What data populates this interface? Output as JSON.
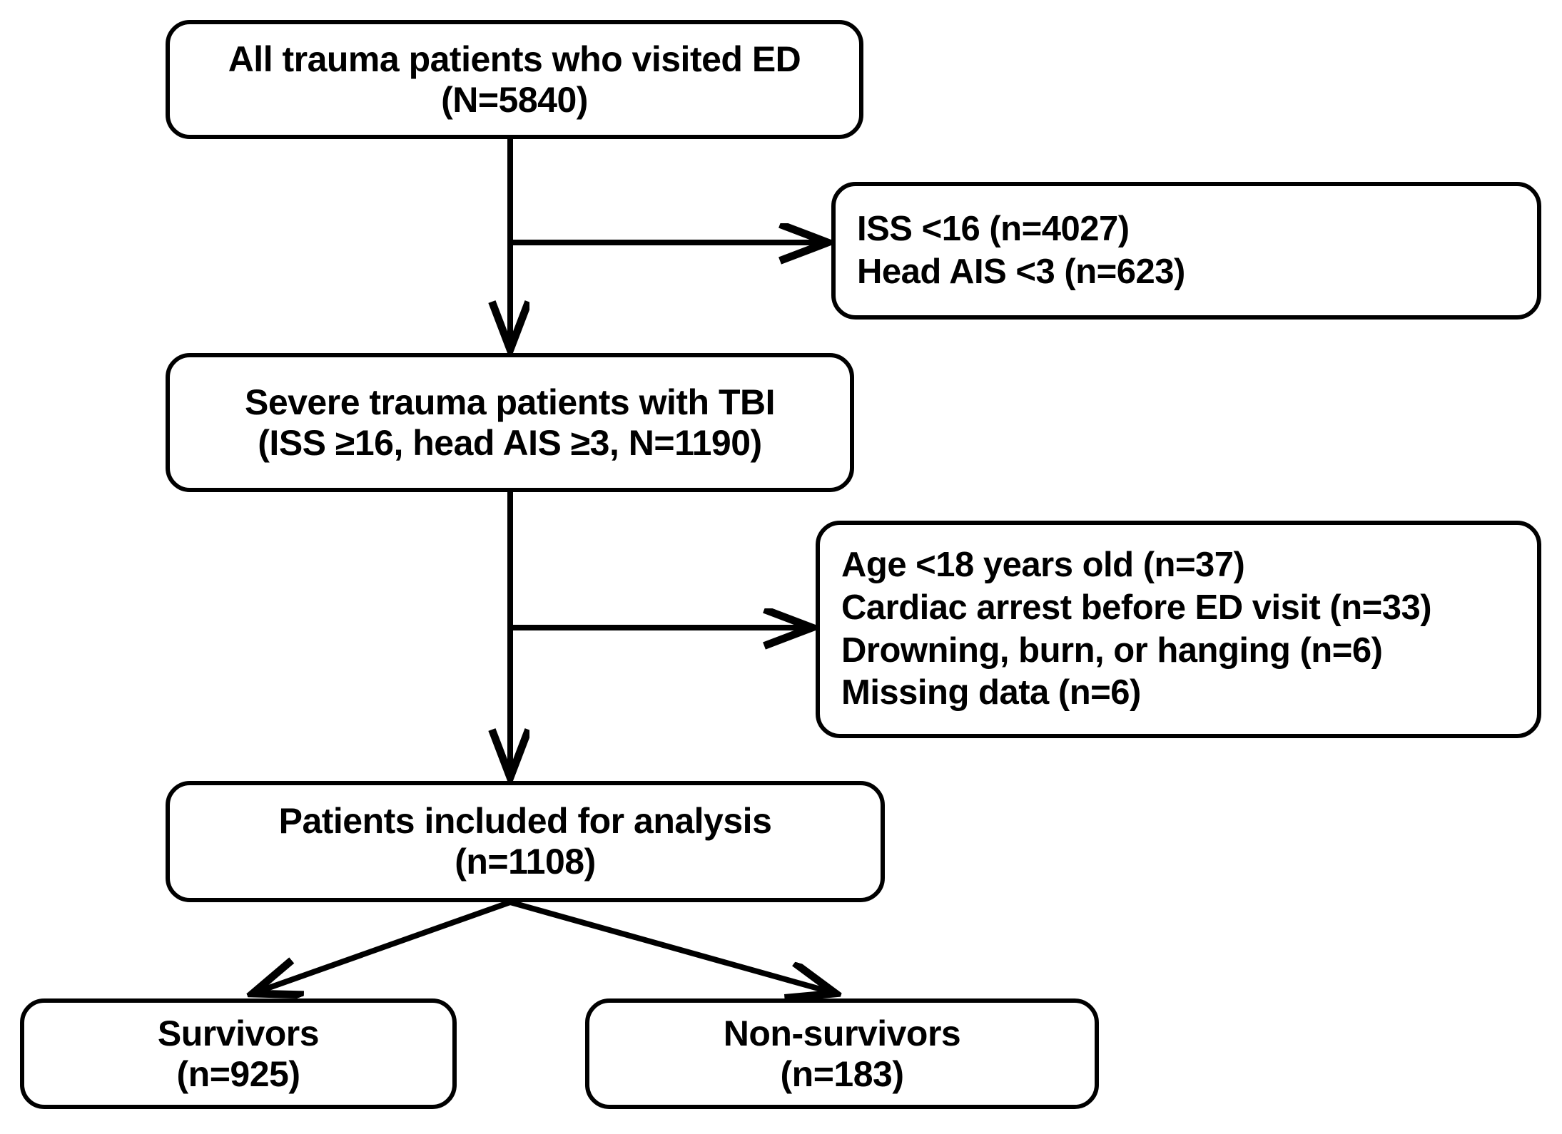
{
  "diagram": {
    "type": "flowchart",
    "title": "Study patient selection flow diagram",
    "stroke_color": "#000000",
    "background_color": "#ffffff",
    "text_color": "#000000"
  },
  "nodes": {
    "all_trauma": {
      "name": "All trauma patients who visited ED",
      "lines": [
        "All trauma patients who visited ED",
        "(N=5840)"
      ],
      "count_label": "N=5840",
      "count": 5840
    },
    "exclusion_one": {
      "name": "First exclusion criteria",
      "lines": [
        "ISS <16 (n=4027)",
        "Head AIS <3 (n=623)"
      ],
      "items": [
        {
          "criterion": "ISS <16",
          "count_label": "n=4027",
          "count": 4027
        },
        {
          "criterion": "Head AIS <3",
          "count_label": "n=623",
          "count": 623
        }
      ]
    },
    "severe_tbi": {
      "name": "Severe trauma patients with TBI",
      "lines": [
        "Severe trauma patients with TBI",
        "(ISS ≥16, head AIS ≥3, N=1190)"
      ],
      "count_label": "N=1190",
      "count": 1190
    },
    "exclusion_two": {
      "name": "Second exclusion criteria",
      "lines": [
        "Age <18 years old (n=37)",
        "Cardiac arrest before ED visit (n=33)",
        "Drowning, burn, or hanging (n=6)",
        "Missing data (n=6)"
      ],
      "items": [
        {
          "criterion": "Age <18 years old",
          "count_label": "n=37",
          "count": 37
        },
        {
          "criterion": "Cardiac arrest before ED visit",
          "count_label": "n=33",
          "count": 33
        },
        {
          "criterion": "Drowning, burn, or hanging",
          "count_label": "n=6",
          "count": 6
        },
        {
          "criterion": "Missing data",
          "count_label": "n=6",
          "count": 6
        }
      ]
    },
    "included": {
      "name": "Patients included for analysis",
      "lines": [
        "Patients included for analysis",
        "(n=1108)"
      ],
      "count_label": "n=1108",
      "count": 1108
    },
    "survivors": {
      "name": "Survivors",
      "lines": [
        "Survivors",
        "(n=925)"
      ],
      "count_label": "n=925",
      "count": 925
    },
    "non_survivors": {
      "name": "Non-survivors",
      "lines": [
        "Non-survivors",
        "(n=183)"
      ],
      "count_label": "n=183",
      "count": 183
    }
  },
  "edges": [
    {
      "id": "all-trauma-to-severe-tbi",
      "from": "all_trauma",
      "to": "severe_tbi",
      "style": "straight-down-arrow"
    },
    {
      "id": "all-trauma-to-exclusion-one",
      "from": "all_trauma",
      "to": "exclusion_one",
      "style": "branch-right-arrow"
    },
    {
      "id": "severe-tbi-to-included",
      "from": "severe_tbi",
      "to": "included",
      "style": "straight-down-arrow"
    },
    {
      "id": "severe-tbi-to-exclusion-two",
      "from": "severe_tbi",
      "to": "exclusion_two",
      "style": "branch-right-arrow"
    },
    {
      "id": "included-to-survivors",
      "from": "included",
      "to": "survivors",
      "style": "diagonal-arrow"
    },
    {
      "id": "included-to-non-survivors",
      "from": "included",
      "to": "non_survivors",
      "style": "diagonal-arrow"
    }
  ]
}
